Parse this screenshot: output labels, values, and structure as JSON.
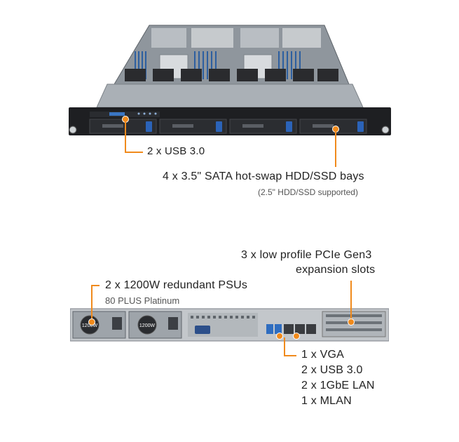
{
  "front": {
    "usb_label": "2 x USB 3.0",
    "bays_label": "4 x 3.5\" SATA hot-swap HDD/SSD bays",
    "bays_note": "(2.5\" HDD/SSD supported)"
  },
  "rear": {
    "pcie_line1": "3 x low profile PCIe Gen3",
    "pcie_line2": "expansion slots",
    "psu_label": "2 x 1200W redundant PSUs",
    "psu_note": "80 PLUS Platinum",
    "psu_badge_1": "1200W",
    "psu_badge_2": "1200W",
    "io_vga": "1 x VGA",
    "io_usb": "2 x USB 3.0",
    "io_lan": "2 x 1GbE LAN",
    "io_mlan": "1 x MLAN"
  },
  "colors": {
    "accent": "#f08a1c",
    "chassis_dark": "#1e1f22",
    "chassis_metal": "#9aa0a6",
    "bay_latch_blue": "#2b63b8"
  }
}
